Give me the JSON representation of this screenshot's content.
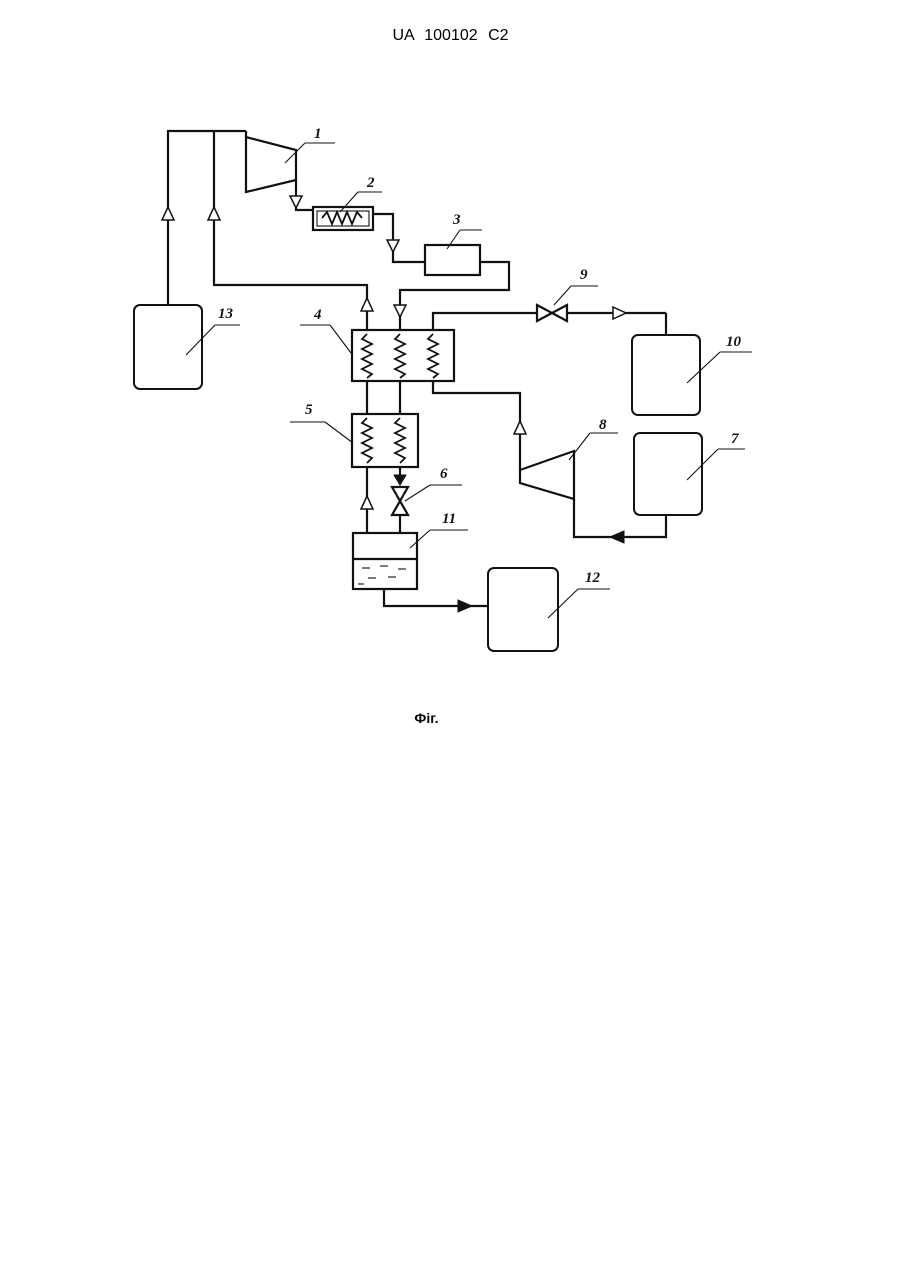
{
  "header": {
    "text": "UA   100102   C2"
  },
  "caption": {
    "text": "Фіг."
  },
  "labels": {
    "n1": "1",
    "n2": "2",
    "n3": "3",
    "n4": "4",
    "n5": "5",
    "n6": "6",
    "n7": "7",
    "n8": "8",
    "n9": "9",
    "n10": "10",
    "n11": "11",
    "n12": "12",
    "n13": "13"
  }
}
